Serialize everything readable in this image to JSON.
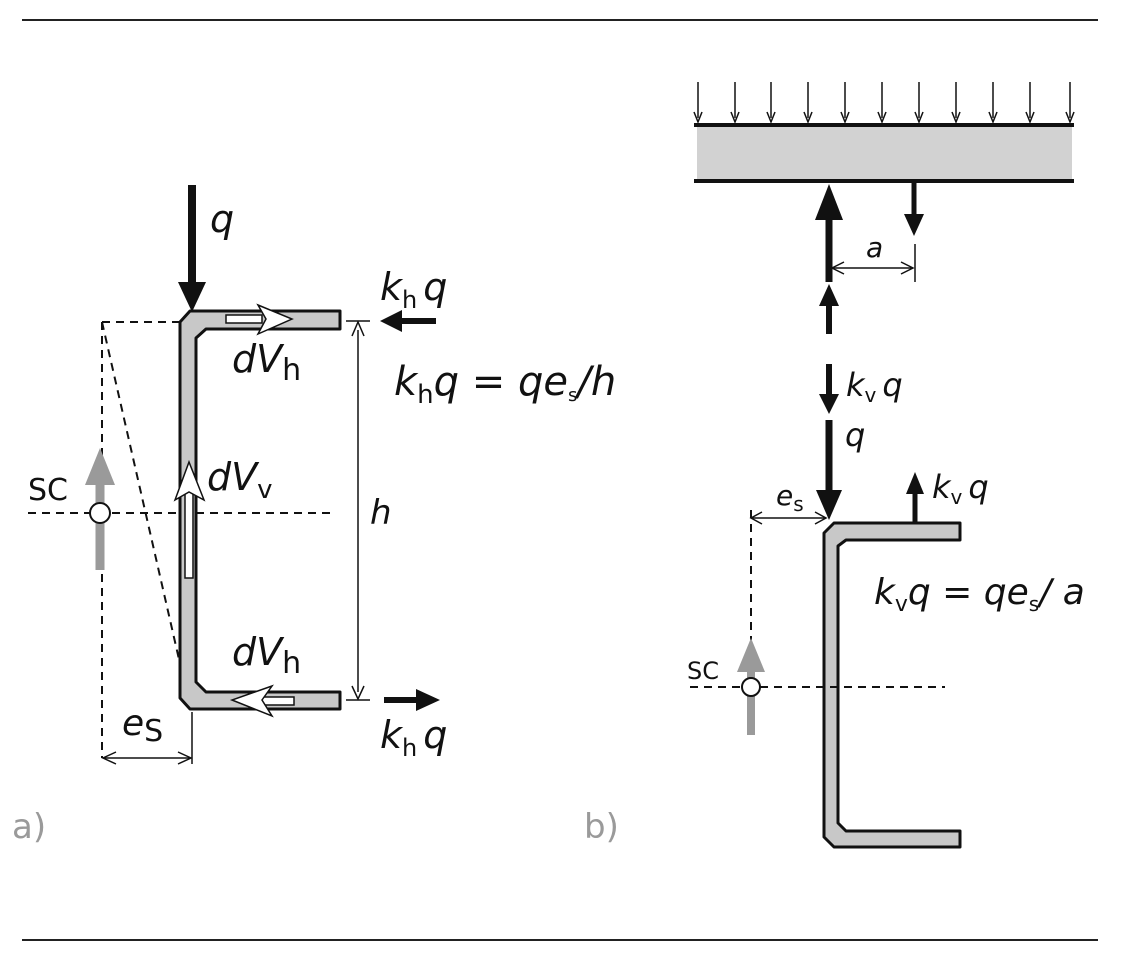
{
  "colors": {
    "ink": "#111111",
    "section_fill": "#c8c8c8",
    "sc_arrow": "#9a9a9a",
    "panel_label": "#9a9a9a"
  },
  "panel_a": {
    "label": "a)",
    "q": "q",
    "kh_top": {
      "k": "k",
      "sub": "h",
      "q": "q"
    },
    "kh_bottom": {
      "k": "k",
      "sub": "h",
      "q": "q"
    },
    "dVh_top": {
      "d": "dV",
      "sub": "h"
    },
    "dVv": {
      "d": "dV",
      "sub": "v"
    },
    "dVh_bottom": {
      "d": "dV",
      "sub": "h"
    },
    "equation": {
      "k": "k",
      "sub": "h",
      "rest1": "q = qe",
      "es_sub": "s",
      "rest2": "/h"
    },
    "h": "h",
    "sc": "SC",
    "es": {
      "e": "e",
      "sub": "S"
    }
  },
  "panel_b": {
    "label": "b)",
    "a": "a",
    "kvq_down": {
      "k": "k",
      "sub": "v",
      "q": "q"
    },
    "q": "q",
    "kvq_up": {
      "k": "k",
      "sub": "v",
      "q": "q"
    },
    "es": {
      "e": "e",
      "sub": "s"
    },
    "equation": {
      "k": "k",
      "sub": "v",
      "rest1": "q = qe",
      "es_sub": "s",
      "rest2": "/ a"
    },
    "sc": "SC"
  }
}
